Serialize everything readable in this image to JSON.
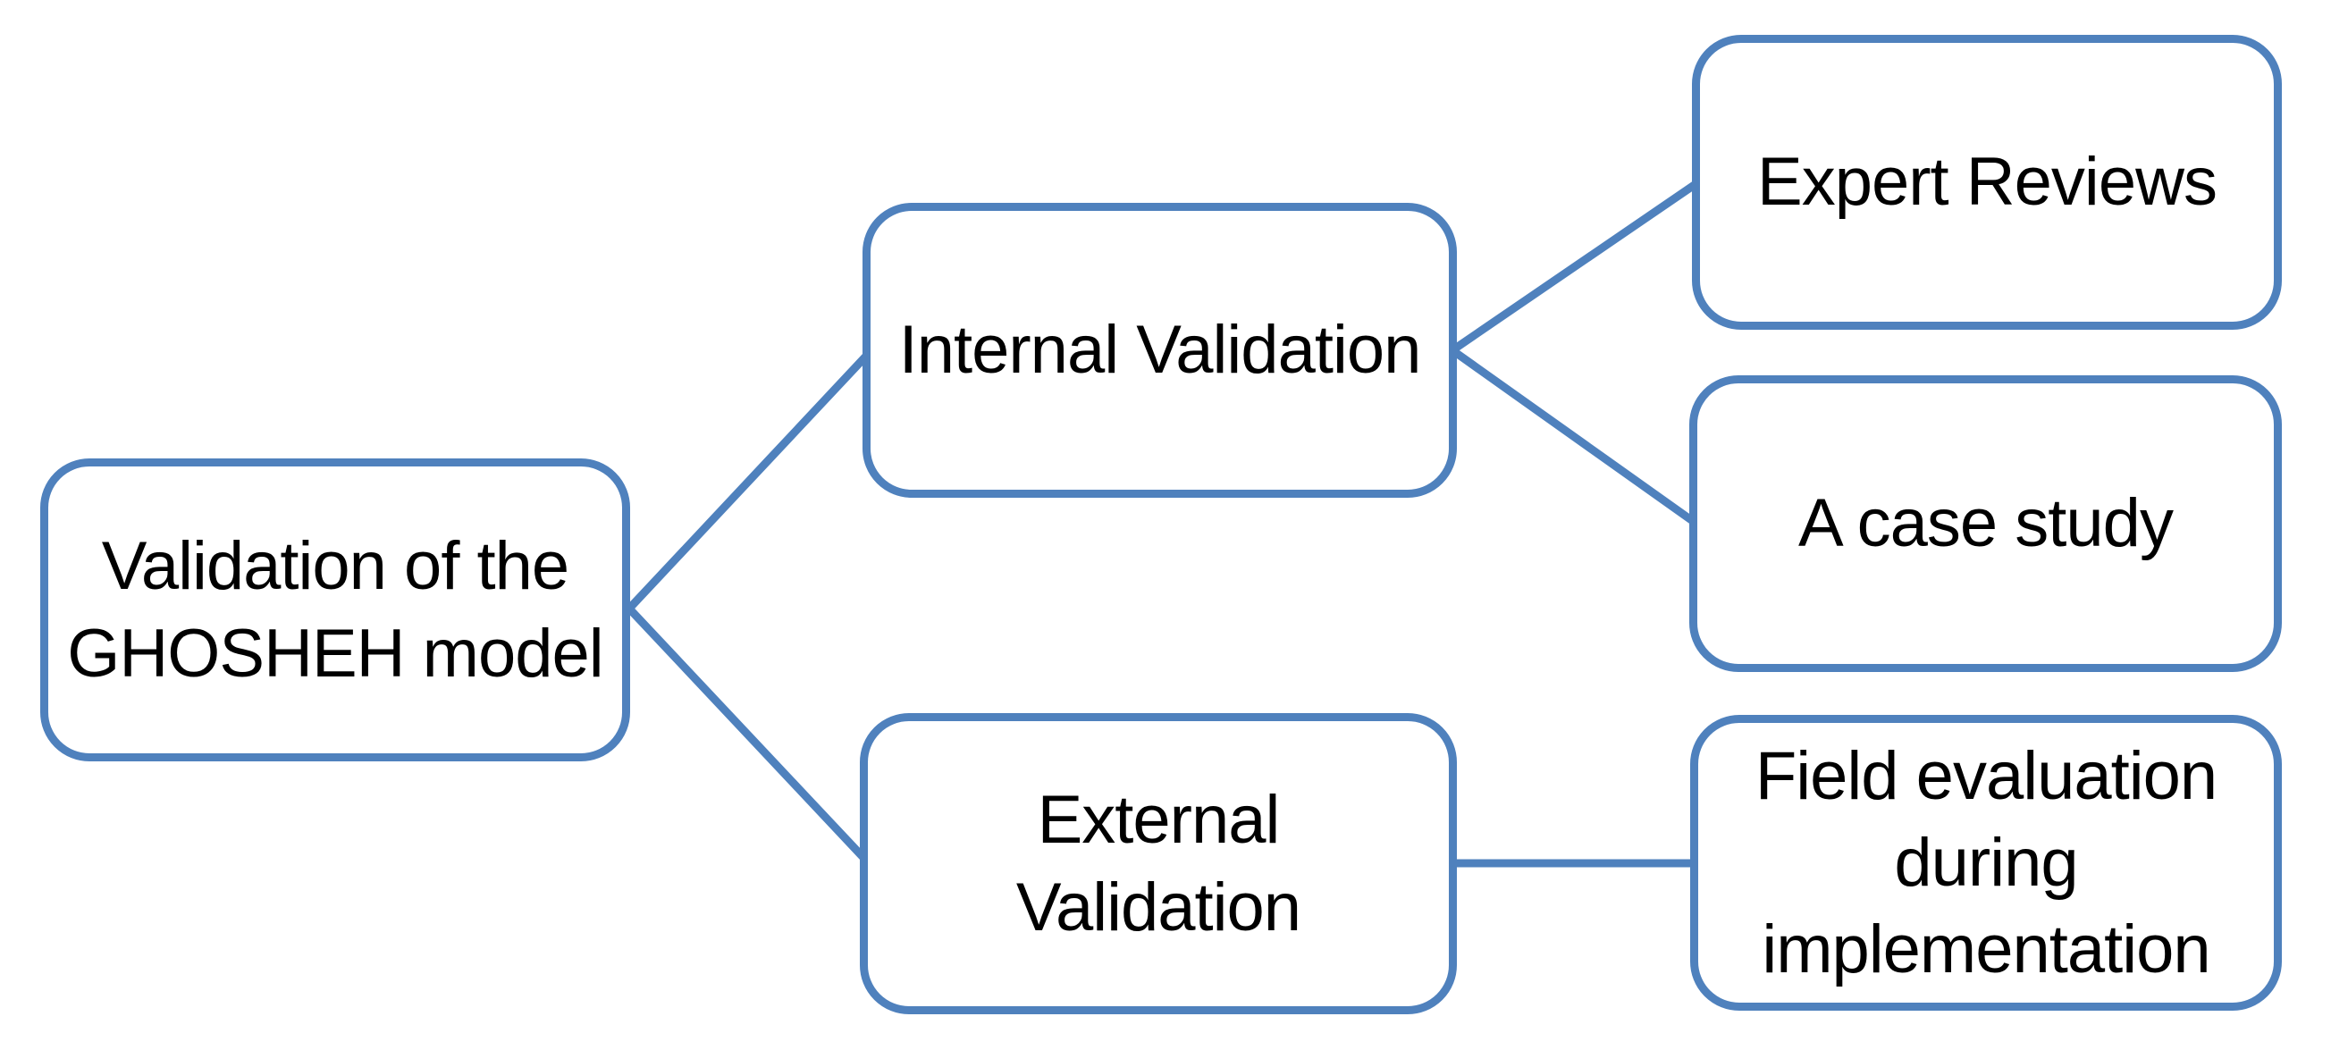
{
  "diagram": {
    "background": "#FFFFFF",
    "accent_color": "#4F81BD",
    "text_color": "#000000",
    "nodes": {
      "root": {
        "label": "Validation of the\nGHOSHEH model"
      },
      "internal": {
        "label": "Internal Validation"
      },
      "external": {
        "label": "External\nValidation"
      },
      "expert_reviews": {
        "label": "Expert Reviews"
      },
      "case_study": {
        "label": "A case study"
      },
      "field_evaluation": {
        "label": "Field evaluation\nduring\nimplementation"
      }
    },
    "edges": [
      {
        "from": "root",
        "to": "internal"
      },
      {
        "from": "root",
        "to": "external"
      },
      {
        "from": "internal",
        "to": "expert_reviews"
      },
      {
        "from": "internal",
        "to": "case_study"
      },
      {
        "from": "external",
        "to": "field_evaluation"
      }
    ]
  }
}
